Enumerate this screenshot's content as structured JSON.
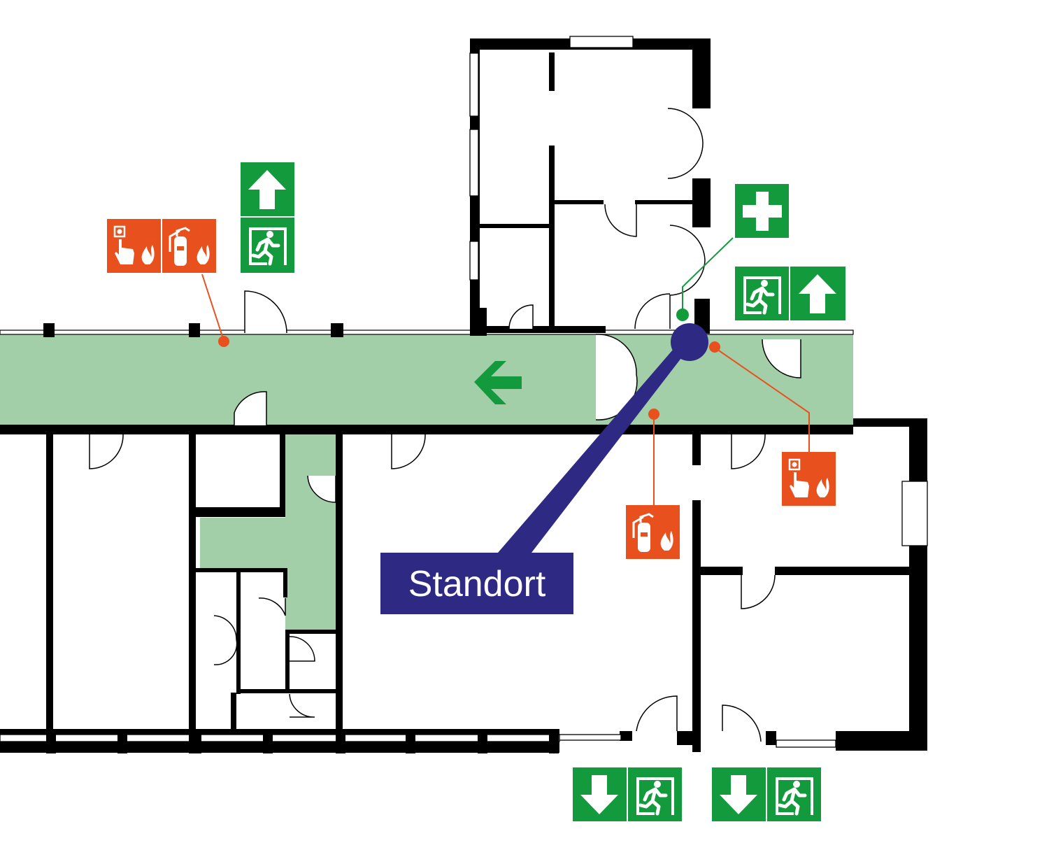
{
  "location_label": "Standort",
  "colors": {
    "escape_route": "#a3cfa8",
    "safety_green": "#129a3d",
    "fire_red": "#e8501e",
    "marker_navy": "#2e2a84",
    "wall": "#000000"
  },
  "signs": [
    {
      "name": "emergency-exit-up-arrow-sign",
      "icons": [
        "arrow-up-icon",
        "running-man-exit-icon"
      ],
      "color": "green"
    },
    {
      "name": "fire-alarm-and-extinguisher-sign",
      "icons": [
        "fire-alarm-button-icon",
        "fire-extinguisher-icon"
      ],
      "color": "red"
    },
    {
      "name": "first-aid-sign",
      "icons": [
        "first-aid-cross-icon"
      ],
      "color": "green"
    },
    {
      "name": "emergency-exit-right-up-sign",
      "icons": [
        "running-man-exit-icon",
        "arrow-up-icon"
      ],
      "color": "green"
    },
    {
      "name": "fire-alarm-sign",
      "icons": [
        "fire-alarm-button-icon"
      ],
      "color": "red"
    },
    {
      "name": "fire-extinguisher-sign",
      "icons": [
        "fire-extinguisher-icon"
      ],
      "color": "red"
    },
    {
      "name": "emergency-exit-down-sign-left",
      "icons": [
        "arrow-down-icon",
        "running-man-exit-icon"
      ],
      "color": "green"
    },
    {
      "name": "emergency-exit-down-sign-right",
      "icons": [
        "arrow-down-icon",
        "running-man-exit-icon"
      ],
      "color": "green"
    }
  ],
  "route_direction_icon": "arrow-left-icon",
  "location_marker_icon": "location-dot-icon"
}
